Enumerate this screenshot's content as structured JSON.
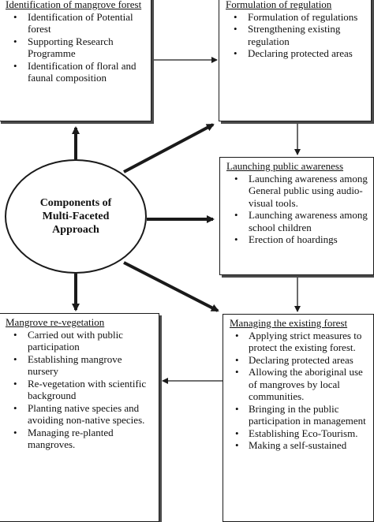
{
  "center": {
    "label": "Components of Multi-Faceted Approach"
  },
  "identification": {
    "title": "Identification of mangrove forest",
    "items": [
      "Identification of Potential forest",
      "Supporting Research Programme",
      "Identification of floral and faunal composition"
    ]
  },
  "regulation": {
    "title": "Formulation of regulation",
    "items": [
      "Formulation of regulations",
      "Strengthening existing regulation",
      "Declaring protected areas"
    ]
  },
  "awareness": {
    "title": "Launching public awareness",
    "items": [
      "Launching awareness among General public using audio-visual tools.",
      "Launching awareness among school children",
      "Erection of hoardings"
    ]
  },
  "revegetation": {
    "title": "Mangrove re-vegetation",
    "items": [
      "Carried out with public participation",
      "Establishing mangrove nursery",
      "Re-vegetation with scientific background",
      "Planting native species and avoiding non-native species.",
      "Managing re-planted mangroves."
    ]
  },
  "managing": {
    "title": "Managing the existing forest",
    "items": [
      "Applying strict measures to protect the existing forest.",
      "Declaring protected areas",
      "Allowing the aboriginal use of mangroves by local communities.",
      "Bringing in the public participation in management",
      "Establishing Eco-Tourism.",
      "Making a self-sustained"
    ]
  }
}
